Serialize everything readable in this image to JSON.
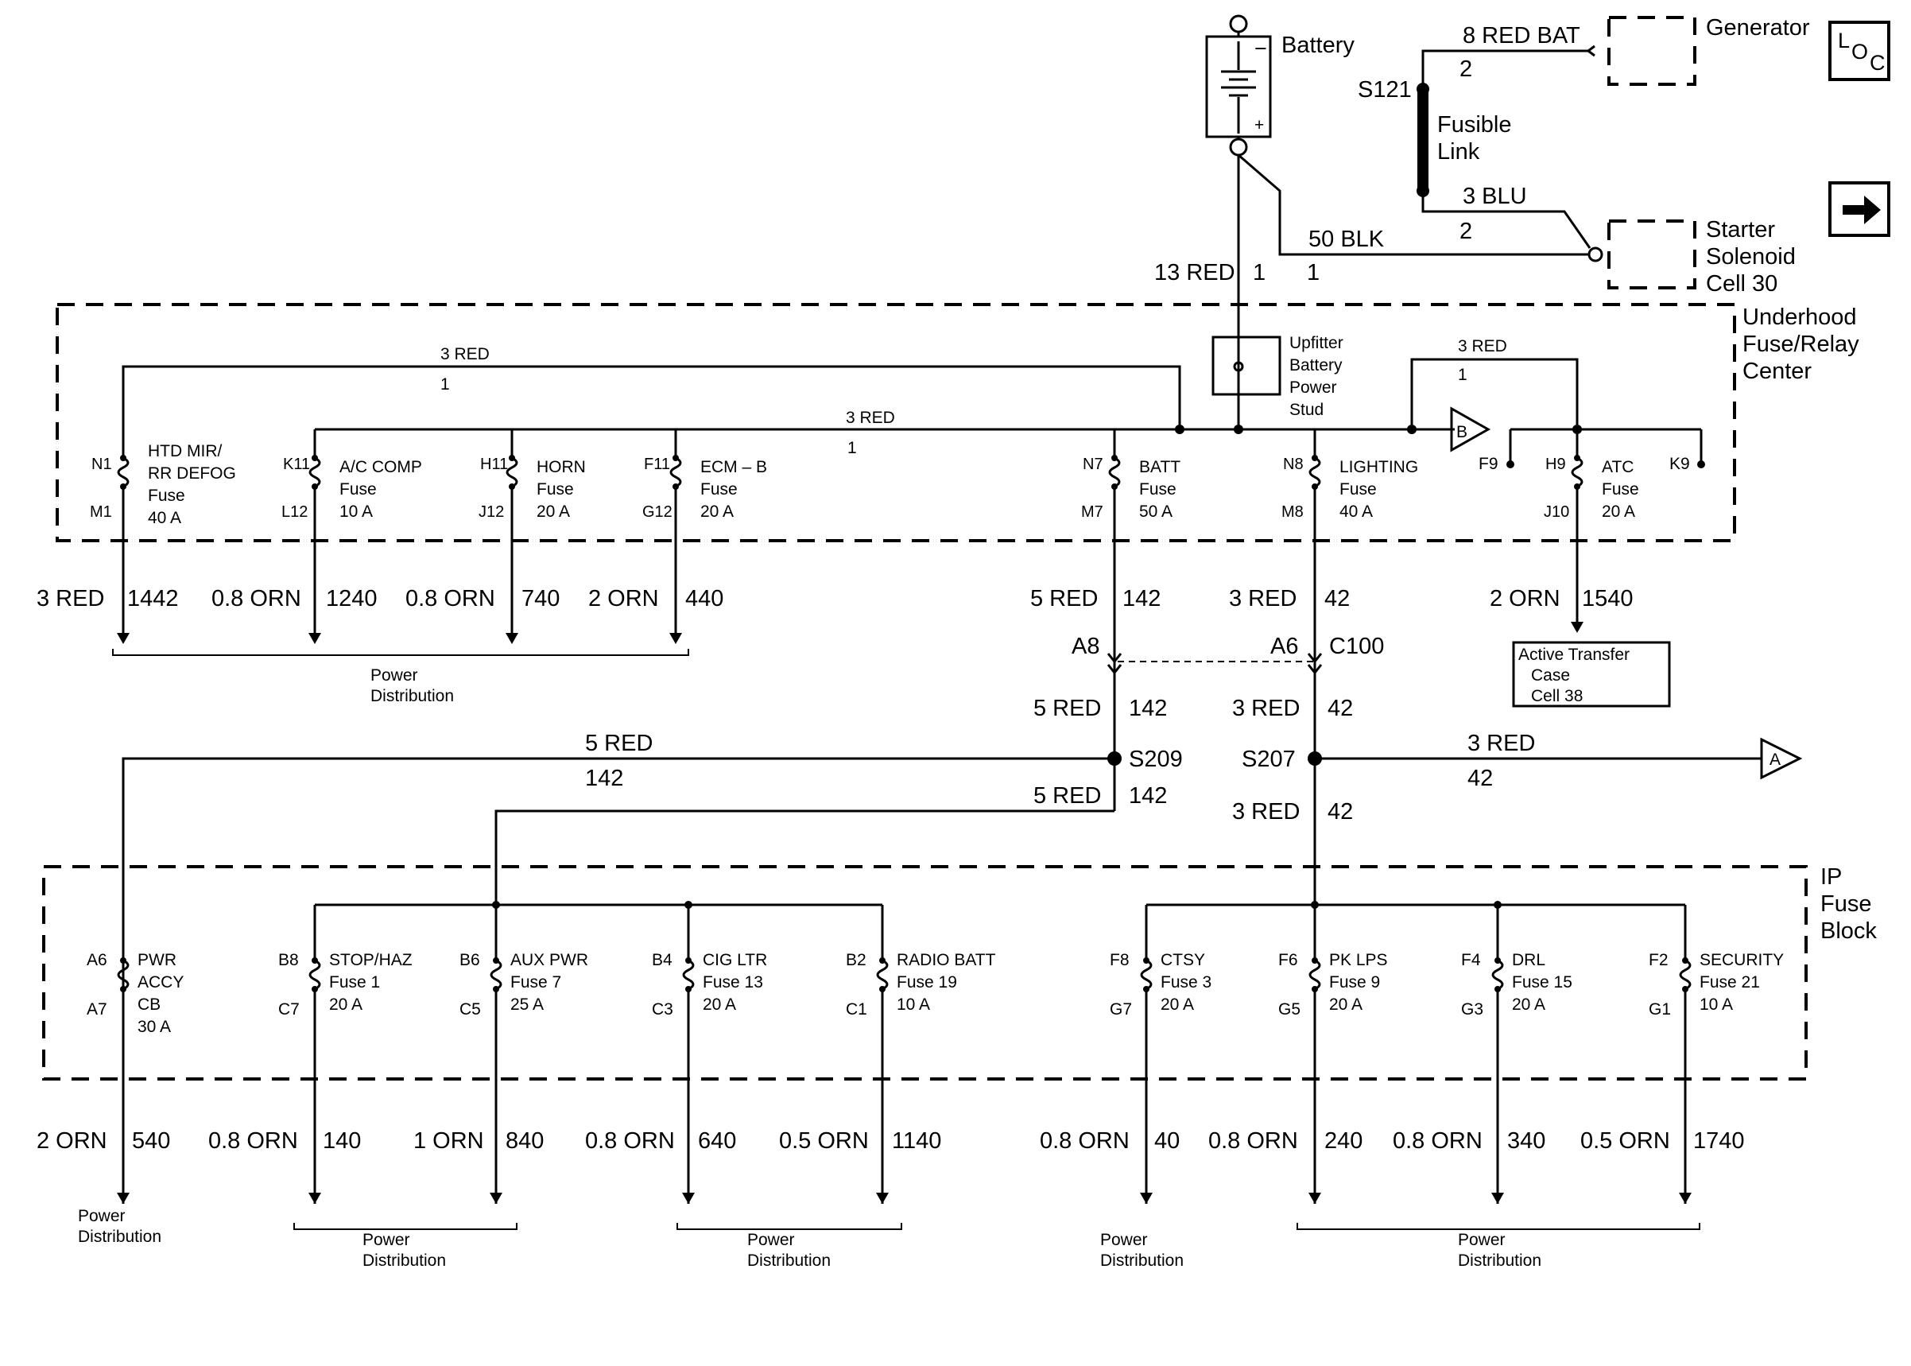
{
  "battery": {
    "label": "Battery",
    "minus": "−",
    "plus": "+"
  },
  "generator": {
    "label": "Generator",
    "icon_text": "LOC",
    "wire": "8 RED BAT",
    "pin": "2"
  },
  "s121": {
    "label": "S121",
    "fusible_link": [
      "Fusible",
      "Link"
    ],
    "wire_bot": "3 BLU",
    "pin_bot": "2"
  },
  "starter": {
    "label": [
      "Starter",
      "Solenoid",
      "Cell 30"
    ],
    "wire": "50 BLK",
    "pin": "1",
    "icon": "right-arrow-icon"
  },
  "batt_feed": {
    "wire": "13 RED",
    "pin": "1"
  },
  "underhood": {
    "title": [
      "Underhood",
      "Fuse/Relay",
      "Center"
    ],
    "stud": [
      "Upfitter",
      "Battery",
      "Power",
      "Stud"
    ],
    "bus_top": {
      "wire": "3 RED",
      "pin": "1"
    },
    "bus_main": {
      "wire": "3 RED",
      "pin": "1"
    },
    "bus_right": {
      "wire": "3 RED",
      "pin": "1"
    },
    "relay_b": "B",
    "f9": "F9",
    "k9": "K9",
    "fuses": [
      {
        "top": "N1",
        "bot": "M1",
        "lines": [
          "HTD MIR/",
          "RR DEFOG",
          "Fuse",
          "40 A"
        ],
        "wire": "3 RED",
        "circuit": "1442"
      },
      {
        "top": "K11",
        "bot": "L12",
        "lines": [
          "A/C COMP",
          "Fuse",
          "10 A"
        ],
        "wire": "0.8 ORN",
        "circuit": "1240"
      },
      {
        "top": "H11",
        "bot": "J12",
        "lines": [
          "HORN",
          "Fuse",
          "20 A"
        ],
        "wire": "0.8 ORN",
        "circuit": "740"
      },
      {
        "top": "F11",
        "bot": "G12",
        "lines": [
          "ECM – B",
          "Fuse",
          "20 A"
        ],
        "wire": "2 ORN",
        "circuit": "440"
      },
      {
        "top": "N7",
        "bot": "M7",
        "lines": [
          "BATT",
          "Fuse",
          "50 A"
        ],
        "wire": "5 RED",
        "circuit": "142"
      },
      {
        "top": "N8",
        "bot": "M8",
        "lines": [
          "LIGHTING",
          "Fuse",
          "40 A"
        ],
        "wire": "3 RED",
        "circuit": "42"
      },
      {
        "top": "H9",
        "bot": "J10",
        "lines": [
          "ATC",
          "Fuse",
          "20 A"
        ],
        "wire": "2 ORN",
        "circuit": "1540"
      }
    ],
    "power_distribution": [
      "Power",
      "Distribution"
    ],
    "active_transfer": [
      "Active Transfer",
      "Case",
      "Cell 38"
    ]
  },
  "c100": {
    "left_pin": "A8",
    "right_pin": "A6",
    "label": "C100",
    "left_wire": "5 RED",
    "left_circuit": "142",
    "right_wire": "3 RED",
    "right_circuit": "42"
  },
  "s209": {
    "label": "S209",
    "left_wire": "5 RED",
    "left_circuit": "142",
    "bot_wire": "5 RED",
    "bot_circuit": "142"
  },
  "s207": {
    "label": "S207",
    "right_wire": "3 RED",
    "right_circuit": "42",
    "bot_wire": "3 RED",
    "bot_circuit": "42",
    "connector_a": "A"
  },
  "ip": {
    "title": [
      "IP",
      "Fuse",
      "Block"
    ],
    "fuses": [
      {
        "top": "A6",
        "bot": "A7",
        "lines": [
          "PWR",
          "ACCY",
          "CB",
          "30 A"
        ],
        "wire": "2 ORN",
        "circuit": "540"
      },
      {
        "top": "B8",
        "bot": "C7",
        "lines": [
          "STOP/HAZ",
          "Fuse 1",
          "20 A"
        ],
        "wire": "0.8 ORN",
        "circuit": "140"
      },
      {
        "top": "B6",
        "bot": "C5",
        "lines": [
          "AUX PWR",
          "Fuse 7",
          "25 A"
        ],
        "wire": "1 ORN",
        "circuit": "840"
      },
      {
        "top": "B4",
        "bot": "C3",
        "lines": [
          "CIG LTR",
          "Fuse 13",
          "20 A"
        ],
        "wire": "0.8 ORN",
        "circuit": "640"
      },
      {
        "top": "B2",
        "bot": "C1",
        "lines": [
          "RADIO BATT",
          "Fuse 19",
          "10 A"
        ],
        "wire": "0.5 ORN",
        "circuit": "1140"
      },
      {
        "top": "F8",
        "bot": "G7",
        "lines": [
          "CTSY",
          "Fuse 3",
          "20 A"
        ],
        "wire": "0.8 ORN",
        "circuit": "40"
      },
      {
        "top": "F6",
        "bot": "G5",
        "lines": [
          "PK LPS",
          "Fuse 9",
          "20 A"
        ],
        "wire": "0.8 ORN",
        "circuit": "240"
      },
      {
        "top": "F4",
        "bot": "G3",
        "lines": [
          "DRL",
          "Fuse 15",
          "20 A"
        ],
        "wire": "0.8 ORN",
        "circuit": "340"
      },
      {
        "top": "F2",
        "bot": "G1",
        "lines": [
          "SECURITY",
          "Fuse 21",
          "10 A"
        ],
        "wire": "0.5 ORN",
        "circuit": "1740"
      }
    ]
  }
}
